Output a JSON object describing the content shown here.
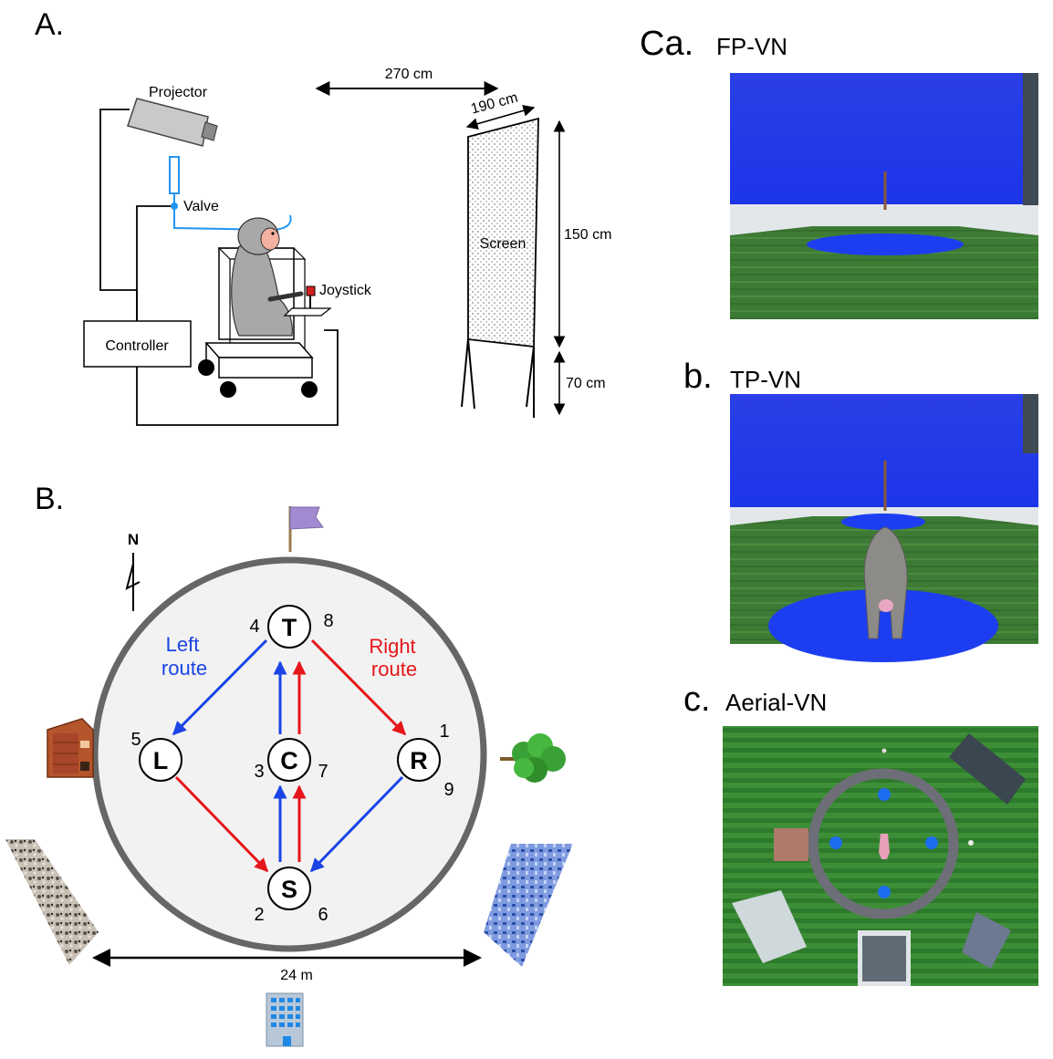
{
  "panel_a": {
    "label": "A.",
    "projector": "Projector",
    "valve": "Valve",
    "joystick": "Joystick",
    "controller": "Controller",
    "screen": "Screen",
    "distance": "270 cm",
    "screen_width": "190 cm",
    "screen_height": "150 cm",
    "screen_elevation": "70 cm"
  },
  "panel_b": {
    "label": "B.",
    "north": "N",
    "left_route": [
      "Left",
      "route"
    ],
    "right_route": [
      "Right",
      "route"
    ],
    "diameter": "24 m",
    "nodes": {
      "t": {
        "letter": "T",
        "nums": [
          "4",
          "8"
        ]
      },
      "l": {
        "letter": "L",
        "nums": [
          "5"
        ]
      },
      "c": {
        "letter": "C",
        "nums": [
          "3",
          "7"
        ]
      },
      "r": {
        "letter": "R",
        "nums": [
          "1",
          "9"
        ]
      },
      "s": {
        "letter": "S",
        "nums": [
          "2",
          "6"
        ]
      }
    },
    "colors": {
      "left": "#1a44e6",
      "right": "#e6161a",
      "arena": "#f2f2f2",
      "arena_border": "#666666"
    }
  },
  "panel_c": {
    "title_letter": "Ca.",
    "a": "FP-VN",
    "b_letter": "b.",
    "b": "TP-VN",
    "c_letter": "c.",
    "c": "Aerial-VN",
    "colors": {
      "sky": "#1f3cf2",
      "grass": "#3f7a3a",
      "goal": "#1d3ef0"
    }
  }
}
